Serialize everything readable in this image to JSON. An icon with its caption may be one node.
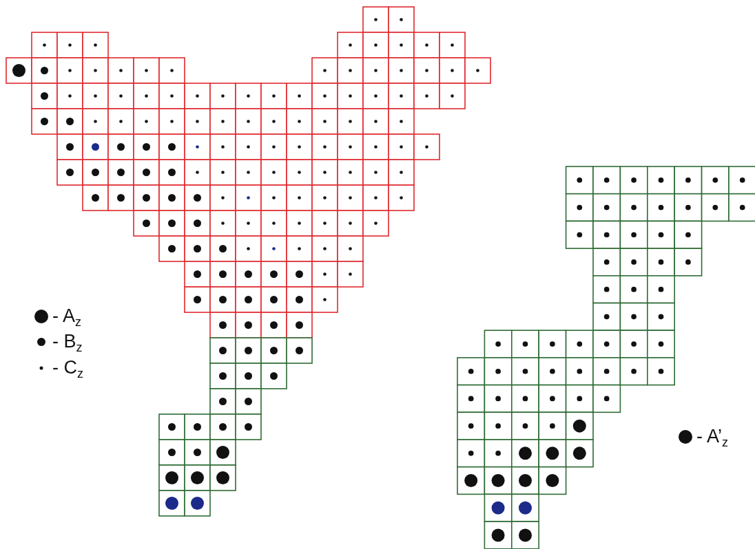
{
  "diagram": {
    "legend": [
      {
        "text": "- A$_{z}$"
      },
      {
        "text": "- B$_{z}$"
      },
      {
        "text": "- C$_{z}$"
      },
      {
        "text": "- A’$_{z}$"
      }
    ]
  }
}
